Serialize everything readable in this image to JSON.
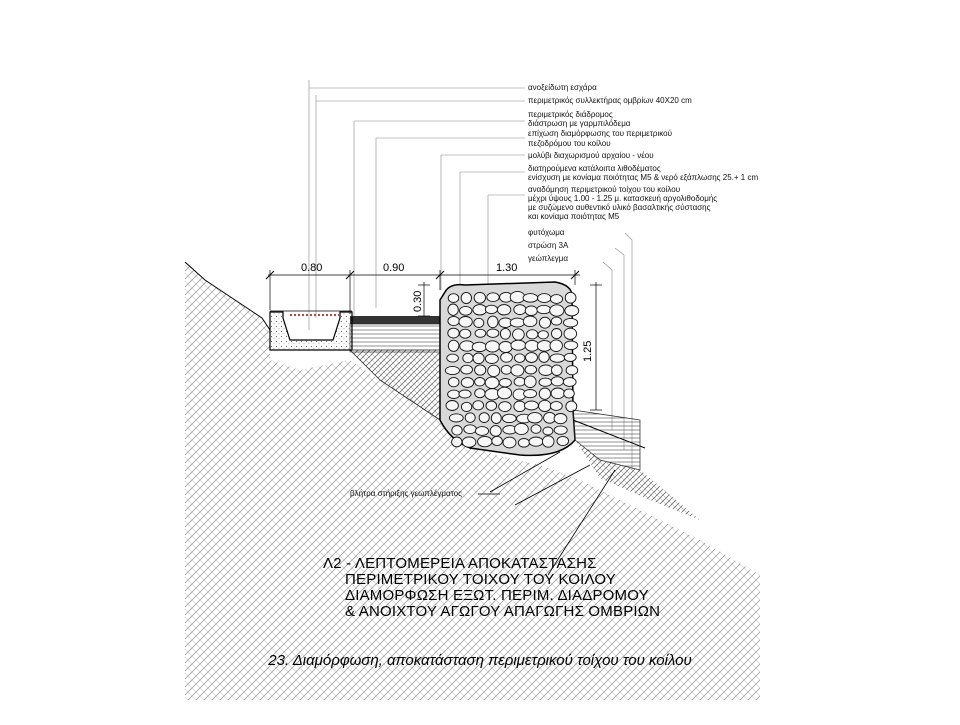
{
  "annotations": {
    "a1": "ανοξείδωτη εσχάρα",
    "a2": "περιμετρικός συλλεκτήρας ομβρίων 40Χ20 cm",
    "a3_l1": "περιμετρικός διάδρομος",
    "a3_l2": "διάστρωση με γαρμπιλόδεμα",
    "a4_l1": "επίχωση διαμόρφωσης του περιμετρικού",
    "a4_l2": "πεζοδρόμου του κοίλου",
    "a5": "μολύβι διαχωρισμού αρχαίου - νέου",
    "a6_l1": "διατηρούμενα κατάλοιπα λιθοδέματος",
    "a6_l2": "ενίσχυση με κονίαμα ποιότητας Μ5 & νερό εξάπλωσης 25.+ 1 cm",
    "a7_l1": "αναδόμηση περιμετρικού τοίχου του κοίλου",
    "a7_l2": "μέχρι ύψους 1.00 - 1.25 μ. κατασκευή αργολιθοδομής",
    "a7_l3": "με συζώμενο αυθεντικό υλικό βασαλτικής σύστασης",
    "a7_l4": "και κονίαμα ποιότητας Μ5",
    "a8": "φυτόχωμα",
    "a9": "στρώση 3Α",
    "a10": "γεώπλεγμα",
    "a11": "βλήτρα στήριξης γεωπλέγματος"
  },
  "dimensions": {
    "d1": "0.80",
    "d2": "0.90",
    "d3": "1.30",
    "d4": "0.30",
    "d5": "1.25"
  },
  "title": {
    "line1": "Λ2 - ΛΕΠΤΟΜΕΡΕΙΑ ΑΠΟΚΑΤΑΣΤΑΣΗΣ",
    "line2": "ΠΕΡΙΜΕΤΡΙΚΟΥ ΤΟΙΧΟΥ ΤΟΥ ΚΟΙΛΟΥ",
    "line3": "ΔΙΑΜΟΡΦΩΣΗ ΕΞΩΤ. ΠΕΡΙΜ. ΔΙΑΔΡΟΜΟΥ",
    "line4": "& ΑΝΟΙΧΤΟΥ ΑΓΩΓΟΥ ΑΠΑΓΩΓΗΣ ΟΜΒΡΙΩΝ"
  },
  "caption": "23.  Διαμόρφωση, αποκατάσταση περιμετρικού τοίχου του κοίλου"
}
